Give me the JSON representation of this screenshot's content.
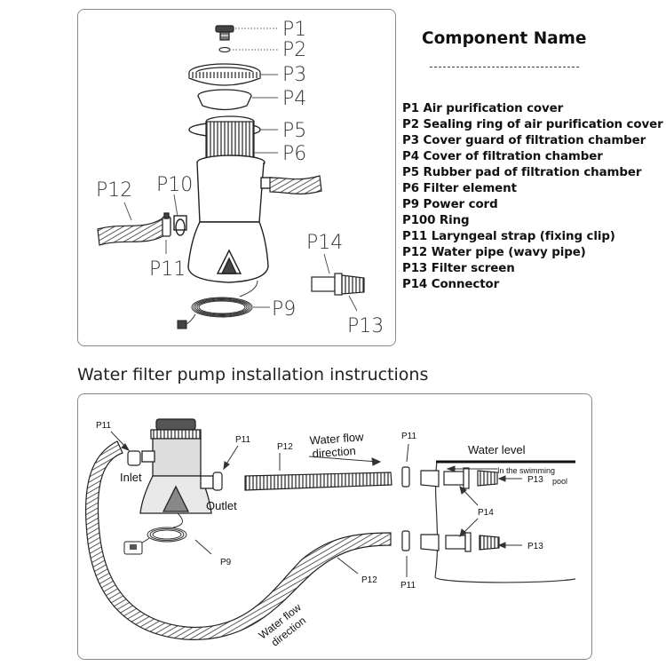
{
  "component_title": "Component Name",
  "parts": [
    "P1 Air purification cover",
    "P2 Sealing ring of air purification cover",
    "P3 Cover guard of filtration chamber",
    "P4 Cover of filtration chamber",
    "P5 Rubber pad of filtration chamber",
    "P6 Filter element",
    "P9 Power cord",
    "P100 Ring",
    "P11 Laryngeal strap (fixing clip)",
    "P12 Water pipe (wavy pipe)",
    "P13 Filter screen",
    "P14 Connector"
  ],
  "exploded_labels": {
    "p1": "P1",
    "p2": "P2",
    "p3": "P3",
    "p4": "P4",
    "p5": "P5",
    "p6": "P6",
    "p12": "P12",
    "p10": "P10",
    "p11": "P11",
    "p14": "P14",
    "p9": "P9",
    "p13": "P13"
  },
  "install_title": "Water filter pump installation instructions",
  "install": {
    "p11_top_left": "P11",
    "p11_mid": "P11",
    "p12_top": "P12",
    "flow_top_line1": "Water flow",
    "flow_top_line2": "direction",
    "p11_top_right": "P11",
    "water_level": "Water level",
    "pool_line1": "In the swimming",
    "pool_line2": "pool",
    "inlet": "Inlet",
    "outlet": "Outlet",
    "p13_top": "P13",
    "p14": "P14",
    "p13_bottom": "P13",
    "p9": "P9",
    "p12_bottom": "P12",
    "p11_bottom": "P11",
    "flow_bottom_line1": "Water flow",
    "flow_bottom_line2": "direction"
  }
}
